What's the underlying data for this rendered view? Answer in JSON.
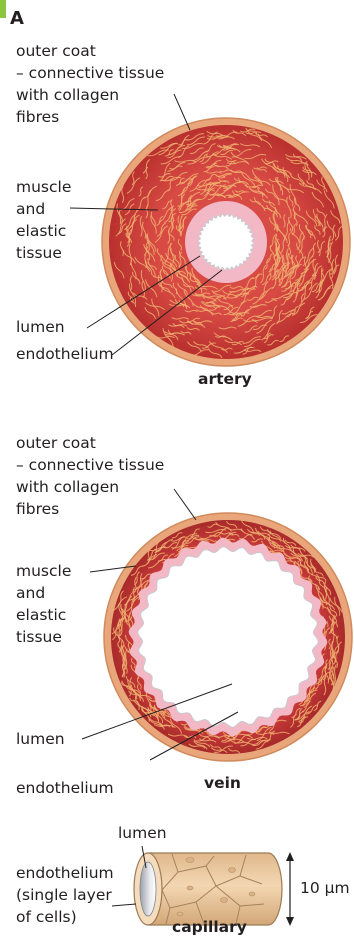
{
  "panel": {
    "letter": "A"
  },
  "artery": {
    "caption": "artery",
    "labels": {
      "outer_coat": "outer coat\n– connective tissue\nwith collagen\nfibres",
      "muscle": "muscle\nand\nelastic\ntissue",
      "lumen": "lumen",
      "endothelium": "endothelium"
    }
  },
  "vein": {
    "caption": "vein",
    "labels": {
      "outer_coat": "outer coat\n– connective tissue\nwith collagen\nfibres",
      "muscle": "muscle\nand\nelastic\ntissue",
      "lumen": "lumen",
      "endothelium": "endothelium"
    }
  },
  "capillary": {
    "caption": "capillary",
    "labels": {
      "lumen": "lumen",
      "endothelium": "endothelium\n(single layer\nof cells)",
      "size": "10 μm"
    }
  },
  "colors": {
    "outer_coat": "#e8a67a",
    "outer_coat_stroke": "#d08a5c",
    "muscle": "#c93a3a",
    "collagen": "#f0b070",
    "endothelium": "#f2b8c6",
    "lumen": "#ffffff",
    "capillary_wall": "#efcfa6",
    "capillary_cells": "#b9946c",
    "leader": "#231f20"
  }
}
